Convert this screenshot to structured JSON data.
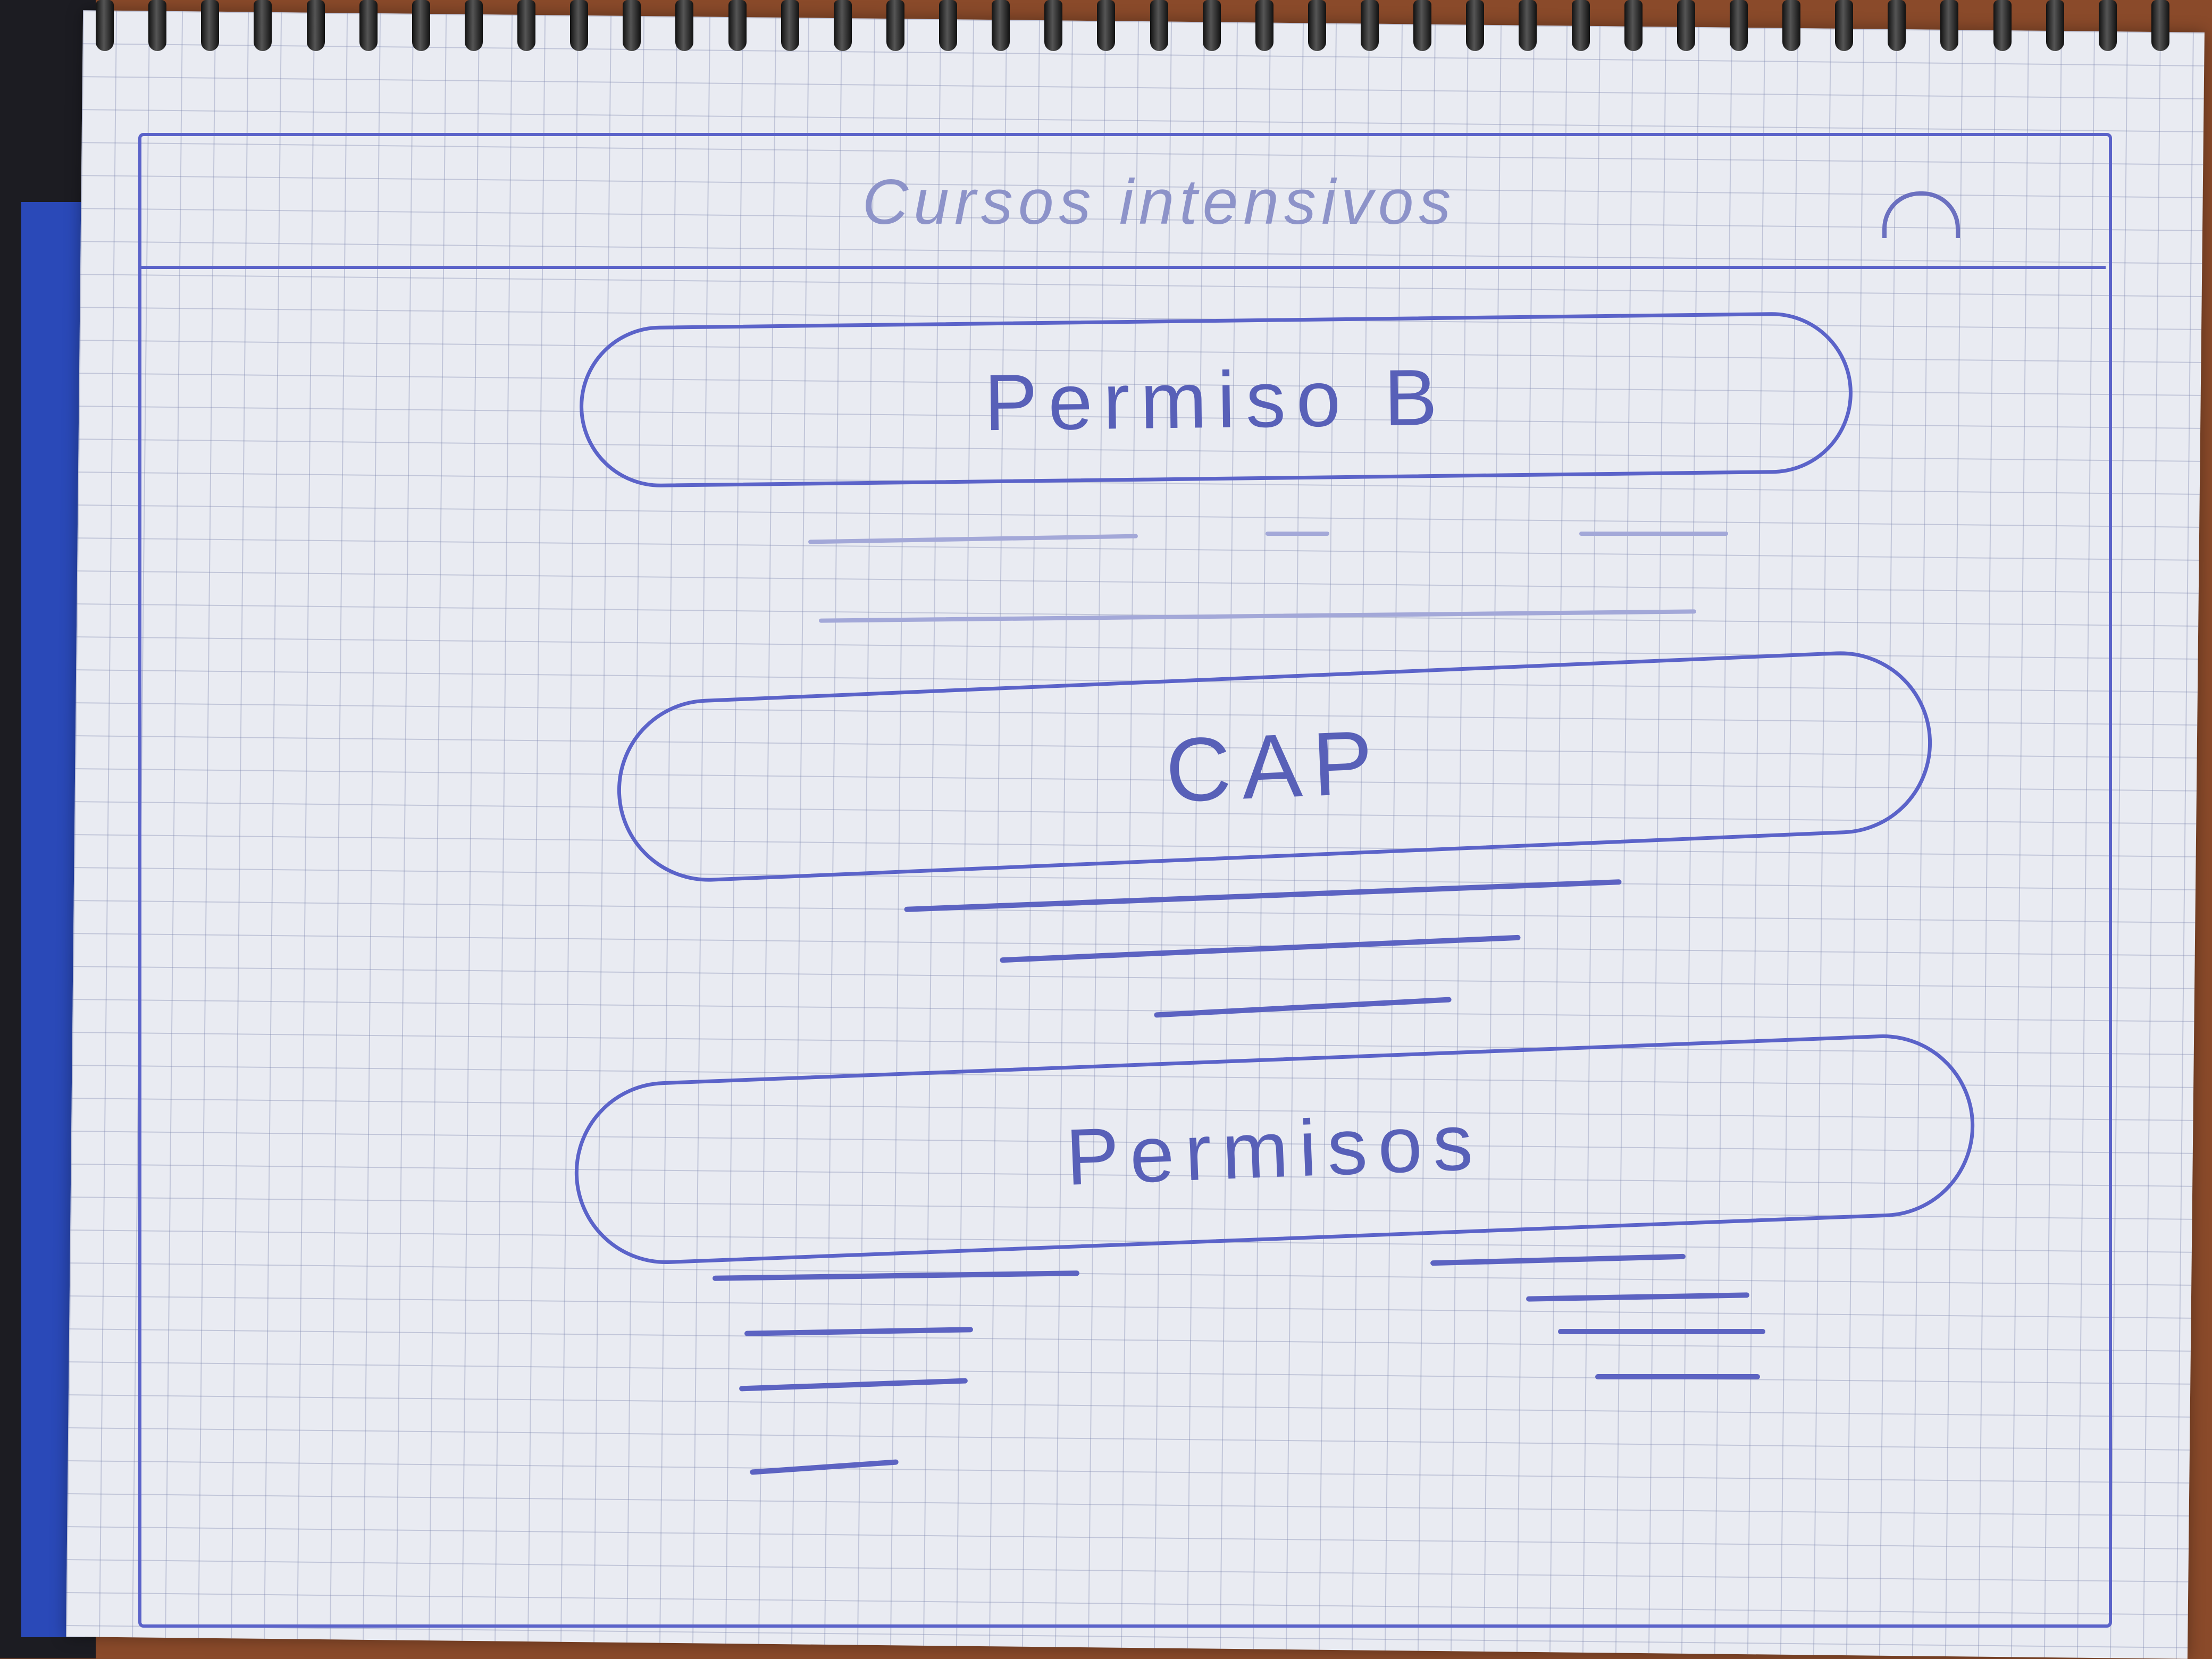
{
  "header": {
    "title": "Cursos intensivos",
    "menu_icon": "menu-icon"
  },
  "courses": [
    {
      "label": "Permiso B"
    },
    {
      "label": "CAP"
    },
    {
      "label": "Permisos"
    }
  ],
  "colors": {
    "ink": "#5b63c9",
    "paper": "#e9ebf2"
  }
}
